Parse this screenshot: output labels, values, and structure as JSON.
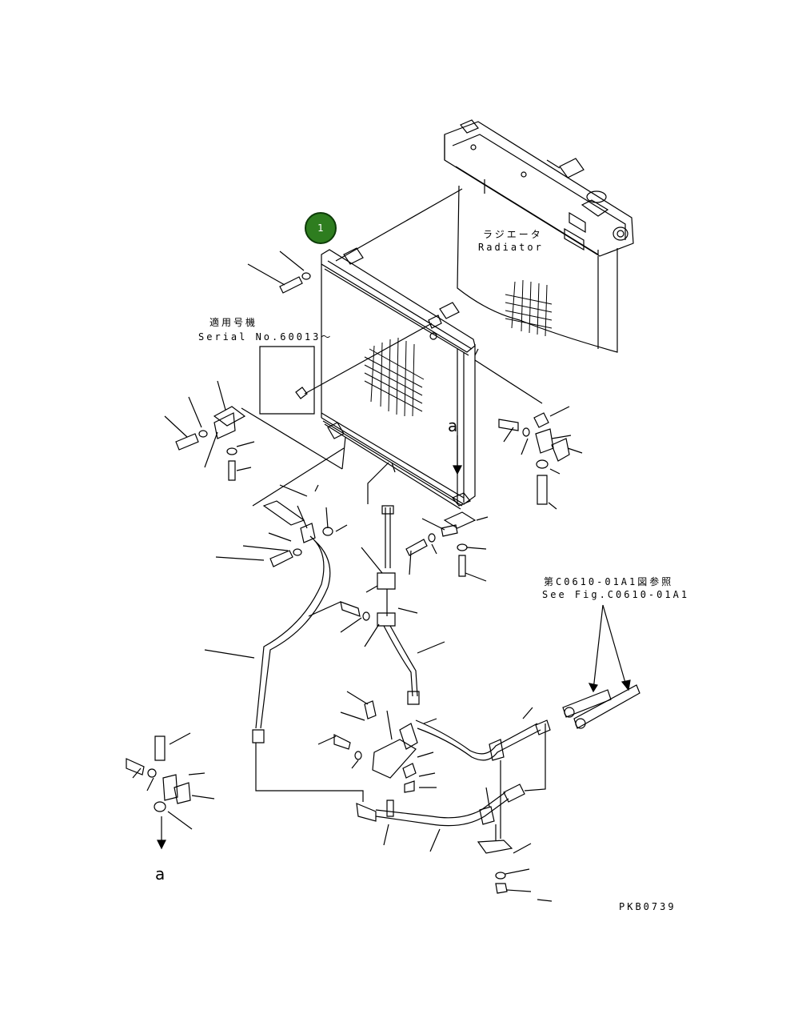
{
  "callout": {
    "number": "1",
    "color": "#2e7d1f"
  },
  "labels": {
    "radiator_jp": "ラジエータ",
    "radiator_en": "Radiator",
    "serial_jp": "適用号機",
    "serial_en": "Serial No.60013～",
    "ref_jp": "第C0610-01A1図参照",
    "ref_en": "See Fig.C0610-01A1",
    "marker_a_top": "a",
    "marker_a_bottom": "a",
    "figure_code": "PKB0739"
  }
}
